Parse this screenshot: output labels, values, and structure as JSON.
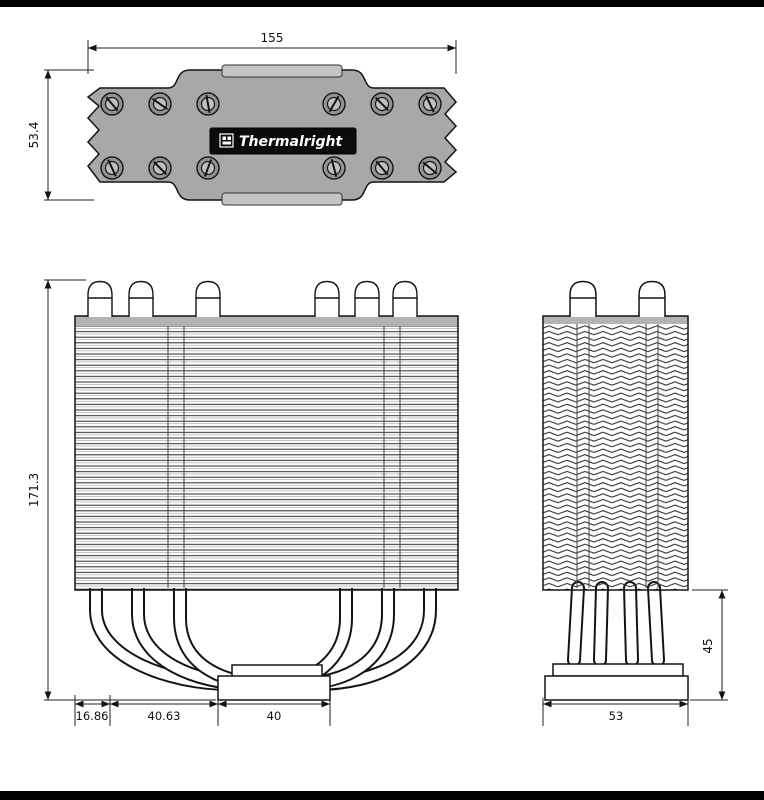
{
  "drawing": {
    "brand_label": "Thermalright",
    "dimensions": {
      "top_view_width": "155",
      "top_view_depth": "53.4",
      "front_height": "171.3",
      "bottom_offset": "16.86",
      "bottom_span": "40.63",
      "base_width": "40",
      "side_width": "53",
      "base_clearance": "45"
    }
  },
  "colors": {
    "body_gray": "#a8a8a8",
    "line": "#141414",
    "badge_bg": "#0b0b0b"
  }
}
